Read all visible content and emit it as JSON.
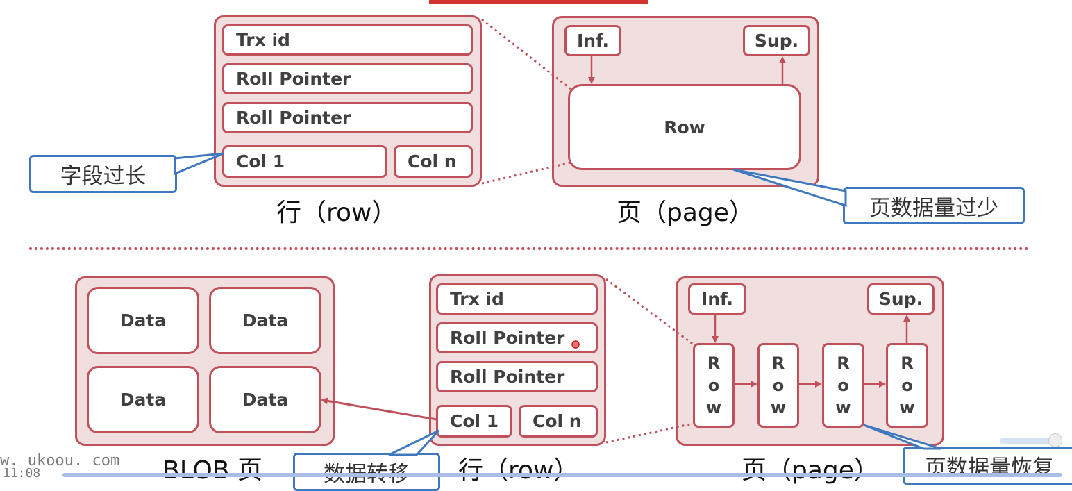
{
  "top": {
    "row_block": {
      "fields": [
        "Trx id",
        "Roll Pointer",
        "Roll Pointer"
      ],
      "col1": "Col 1",
      "coln": "Col n",
      "caption": "行（row）"
    },
    "page_block": {
      "inf": "Inf.",
      "sup": "Sup.",
      "row": "Row",
      "caption": "页（page）"
    },
    "callout_left": "字段过长",
    "callout_right": "页数据量过少"
  },
  "bottom": {
    "blob_block": {
      "cells": [
        "Data",
        "Data",
        "Data",
        "Data"
      ],
      "caption": "BLOB 页"
    },
    "row_block": {
      "fields": [
        "Trx id",
        "Roll Pointer",
        "Roll Pointer"
      ],
      "col1": "Col 1",
      "coln": "Col n",
      "caption": "行（row）"
    },
    "page_block": {
      "inf": "Inf.",
      "sup": "Sup.",
      "rows": [
        "R o w",
        "R o w",
        "R o w",
        "R o w"
      ],
      "caption": "页（page）"
    },
    "callout_left": "数据转移",
    "callout_right": "页数据量恢复"
  },
  "video": {
    "watermark": "w. ukoou. com",
    "time": "11:08"
  },
  "colors": {
    "accent_red": "#c0505a",
    "container_fill": "#f1dfe0",
    "callout_blue": "#3f78bf"
  }
}
